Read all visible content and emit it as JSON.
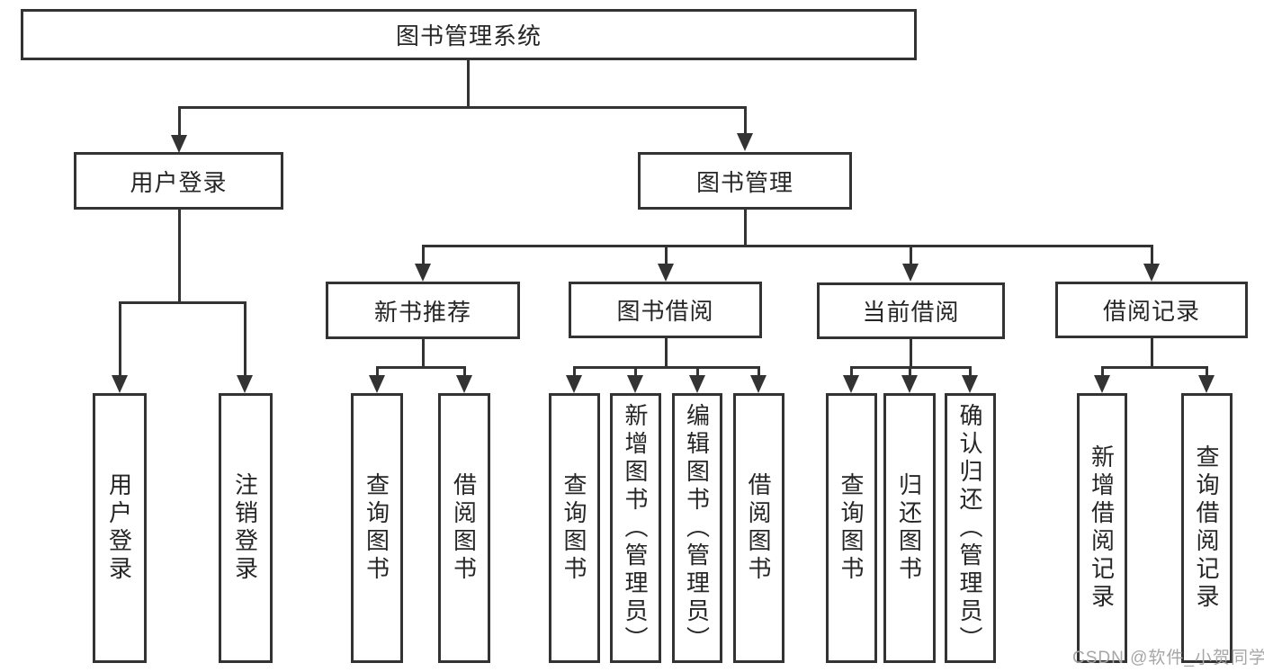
{
  "diagram": {
    "title": "图书管理系统",
    "root": "图书管理系统",
    "level2": [
      "用户登录",
      "图书管理"
    ],
    "level3": [
      "新书推荐",
      "图书借阅",
      "当前借阅",
      "借阅记录"
    ],
    "leaves": {
      "login": [
        "用户登录",
        "注销登录"
      ],
      "newbook": [
        "查询图书",
        "借阅图书"
      ],
      "borrow": [
        "查询图书",
        "新增图书（管理员）",
        "编辑图书（管理员）",
        "借阅图书"
      ],
      "current": [
        "查询图书",
        "归还图书",
        "确认归还（管理员）"
      ],
      "records": [
        "新增借阅记录",
        "查询借阅记录"
      ]
    }
  },
  "watermark": {
    "text": "CSDN @软件_小贺同学",
    "color": "#a6a6a6"
  },
  "colors": {
    "line": "#333333",
    "text": "#262626",
    "box_fill": "#ffffff",
    "background": "#ffffff"
  }
}
